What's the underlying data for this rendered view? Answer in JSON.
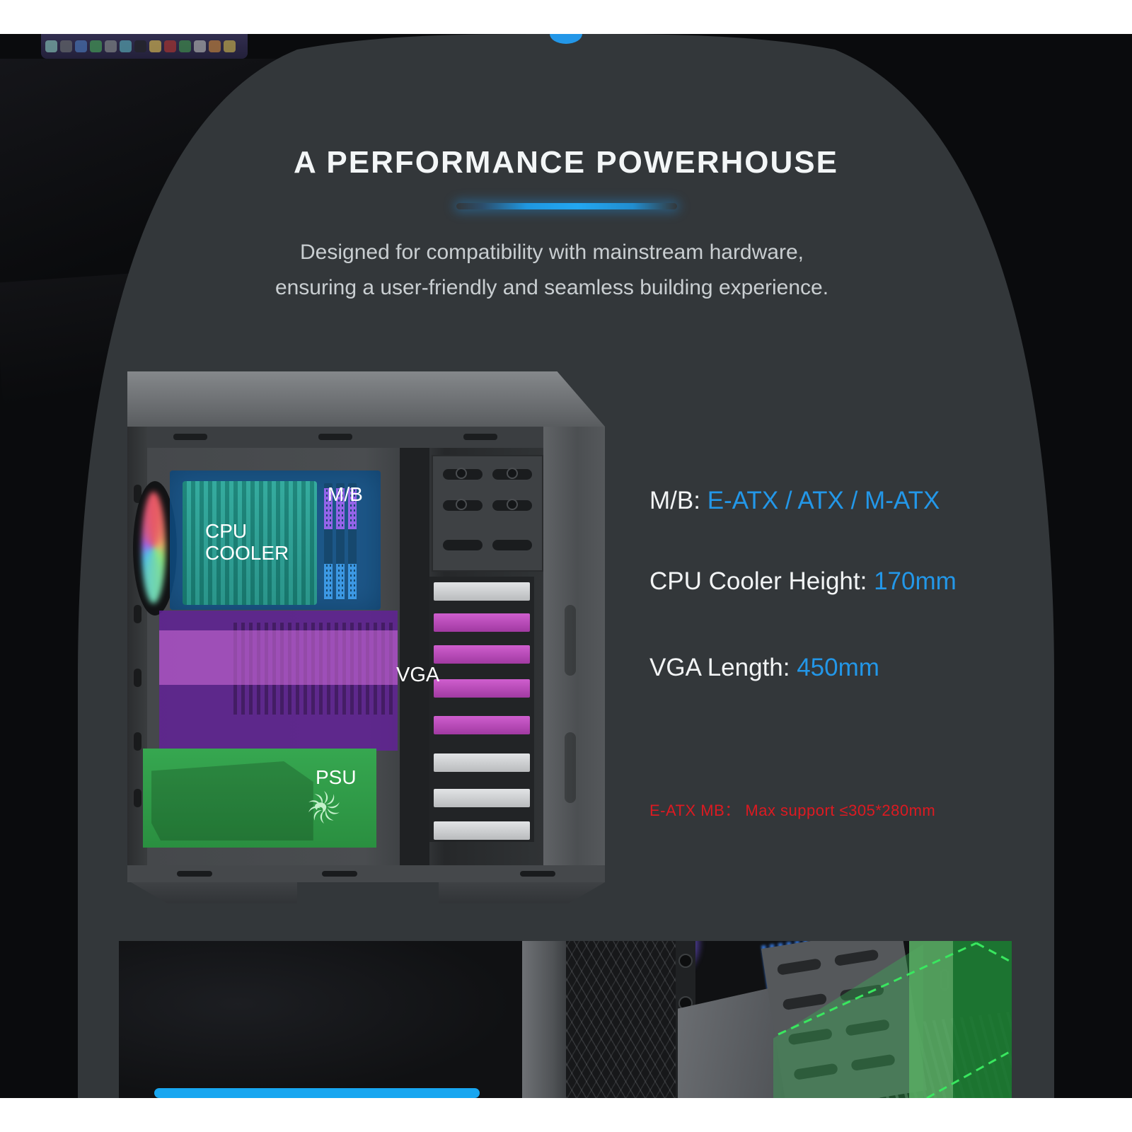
{
  "hero": {
    "title": "A PERFORMANCE POWERHOUSE",
    "subtitle_line1": "Designed for compatibility with mainstream hardware,",
    "subtitle_line2": "ensuring a user-friendly and seamless building experience."
  },
  "specs": [
    {
      "label": "M/B: ",
      "value": "E-ATX / ATX / M-ATX"
    },
    {
      "label": "CPU Cooler Height: ",
      "value": "170mm"
    },
    {
      "label": "VGA Length: ",
      "value": "450mm"
    }
  ],
  "note": {
    "text": "E-ATX MB： Max support ≤305*280mm"
  },
  "case_labels": {
    "mb": "M/B",
    "cpu": "CPU",
    "cooler": "COOLER",
    "vga": "VGA",
    "psu": "PSU"
  },
  "icons": {
    "psu_logo": "gamemax-lion-swirl-logo",
    "top_dot": "blue-accent-dot"
  },
  "colors": {
    "accent": "#2397e8",
    "accent-bar": "#18a6f0",
    "red": "#dd1a21",
    "overlay-blue": "rgba(18,90,150,0.80)",
    "overlay-teal": "#2aa79a",
    "overlay-purple": "rgba(98,34,150,0.85)",
    "overlay-pink": "rgba(201,105,214,0.60)",
    "overlay-green": "#2a8f40",
    "bay-magenta": "#cf5ece"
  }
}
